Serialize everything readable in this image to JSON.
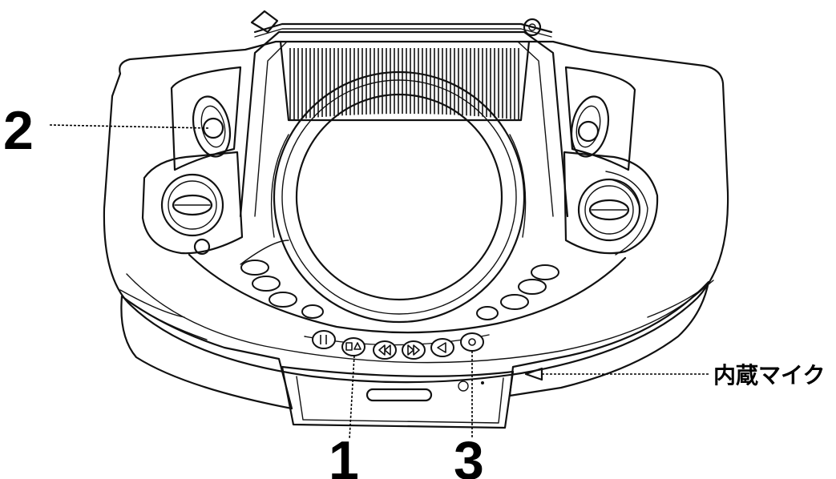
{
  "callouts": {
    "one": "1",
    "two": "2",
    "three": "3",
    "mic": "内蔵マイク"
  },
  "transport_buttons": [
    "pause-icon",
    "stop-eject-icon",
    "rewind-icon",
    "fast-forward-icon",
    "play-icon",
    "record-icon"
  ],
  "colors": {
    "line": "#111111",
    "background": "#ffffff"
  }
}
